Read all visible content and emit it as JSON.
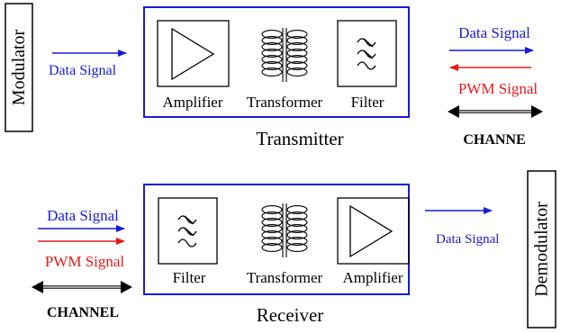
{
  "colors": {
    "block_border": "#1a1ad8",
    "data_signal": "#1a1ad8",
    "pwm_signal": "#e81818",
    "ink": "#000000"
  },
  "modulator": {
    "label": "Modulator"
  },
  "demodulator": {
    "label": "Demodulator"
  },
  "transmitter": {
    "title": "Transmitter",
    "input_label": "Data Signal",
    "components": {
      "amplifier": "Amplifier",
      "transformer": "Transformer",
      "filter": "Filter"
    },
    "channel": {
      "data_label": "Data Signal",
      "pwm_label": "PWM Signal",
      "channel_label": "CHANNE"
    }
  },
  "receiver": {
    "title": "Receiver",
    "output_label": "Data Signal",
    "components": {
      "filter": "Filter",
      "transformer": "Transformer",
      "amplifier": "Amplifier"
    },
    "channel": {
      "data_label": "Data Signal",
      "pwm_label": "PWM Signal",
      "channel_label": "CHANNEL"
    }
  }
}
